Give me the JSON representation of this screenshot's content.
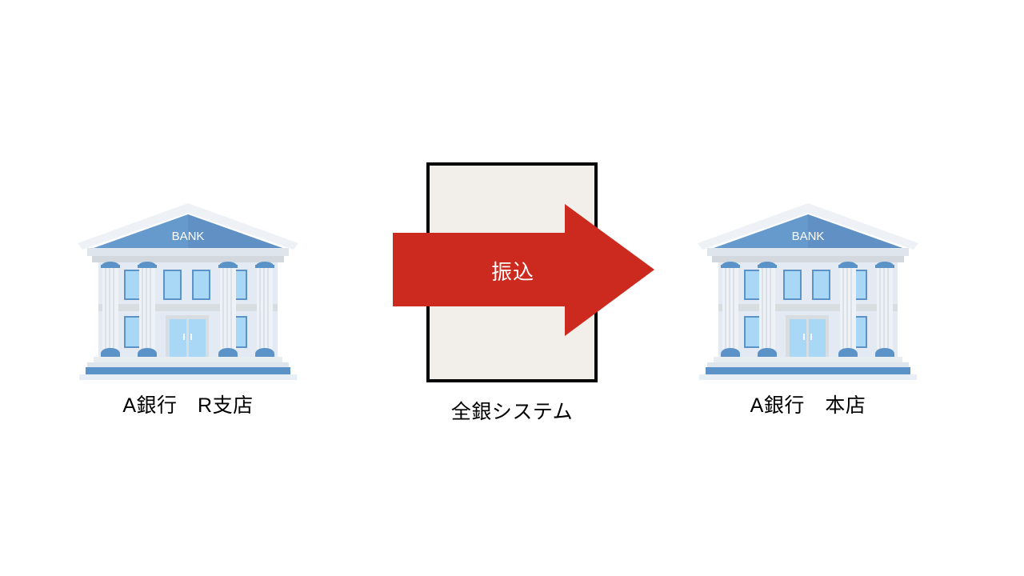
{
  "diagram": {
    "type": "flow",
    "background_color": "#ffffff",
    "nodes": [
      {
        "id": "bank-branch",
        "kind": "bank-building",
        "label": "A銀行　R支店",
        "sign_text": "BANK"
      },
      {
        "id": "zengin-system",
        "kind": "box",
        "label": "全銀システム",
        "fill_color": "#f2efea",
        "border_color": "#000000"
      },
      {
        "id": "bank-head-office",
        "kind": "bank-building",
        "label": "A銀行　本店",
        "sign_text": "BANK"
      }
    ],
    "edges": [
      {
        "id": "transfer-arrow",
        "from": "bank-branch",
        "to": "bank-head-office",
        "label": "振込",
        "color": "#cc2a1e",
        "label_color": "#ffffff",
        "direction": "right"
      }
    ],
    "palette": {
      "bank_roof_blue": "#6699cc",
      "bank_wall": "#e3eaf3",
      "bank_trim": "#d8dde2",
      "bank_window": "#a8d8f5",
      "bank_window_border": "#5b93c8",
      "bank_column": "#eef2f7",
      "bank_capital": "#5b93c8",
      "bank_base_band": "#5b93c8",
      "arrow_red": "#cc2a1e",
      "box_fill": "#f2efea",
      "box_border": "#000000",
      "text_black": "#000000"
    }
  }
}
